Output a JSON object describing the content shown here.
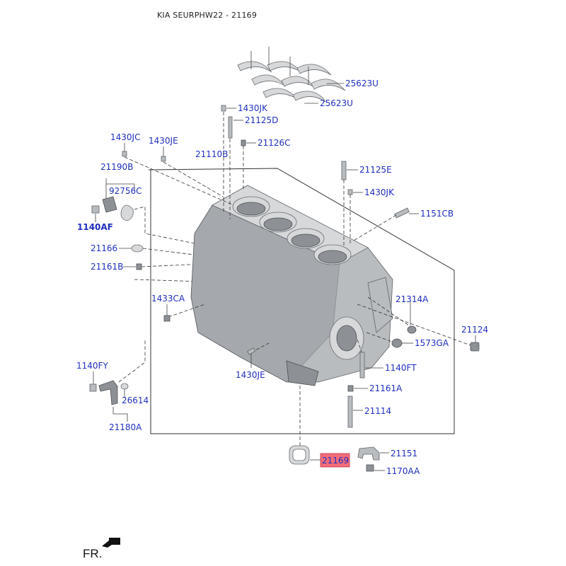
{
  "title": "KIA SEURPHW22 - 21169",
  "front_label": "FR.",
  "highlight_color": "#f26c7a",
  "label_color": "#1f2fbf",
  "parts": {
    "p25623u_a": "25623U",
    "p25623u_b": "25623U",
    "p1430jk_top": "1430JK",
    "p21125d": "21125D",
    "p21126c": "21126C",
    "p1430jc": "1430JC",
    "p1430je_top": "1430JE",
    "p21110b": "21110B",
    "p21125e": "21125E",
    "p1430jk_right": "1430JK",
    "p21190b": "21190B",
    "p92756c": "92756C",
    "p1151cb": "1151CB",
    "p1140af": "1140AF",
    "p21166": "21166",
    "p21161b": "21161B",
    "p21314a": "21314A",
    "p1433ca": "1433CA",
    "p21124": "21124",
    "p1573ga": "1573GA",
    "p1140fy": "1140FY",
    "p1140ft": "1140FT",
    "p1430je_bottom": "1430JE",
    "p21161a": "21161A",
    "p26614": "26614",
    "p21114": "21114",
    "p21180a": "21180A",
    "p21151": "21151",
    "p21169": "21169",
    "p1170aa": "1170AA"
  }
}
